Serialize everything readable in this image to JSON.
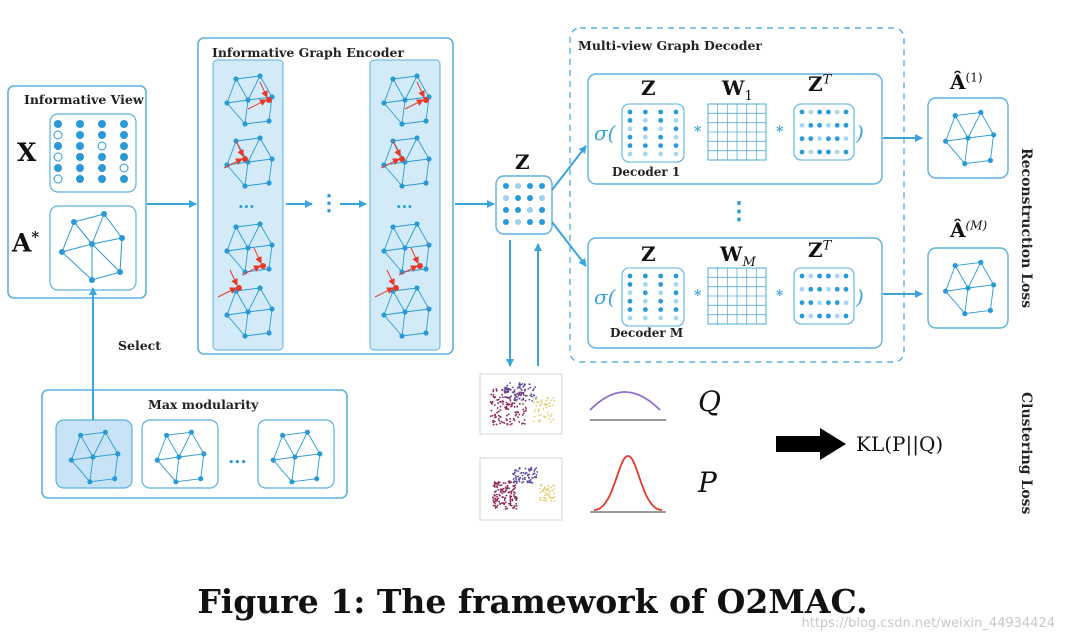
{
  "panels": {
    "informative_view": "Informative View",
    "encoder": "Informative Graph Encoder",
    "decoder": "Multi-view Graph Decoder",
    "max_modularity": "Max modularity",
    "select": "Select"
  },
  "math": {
    "x": "X",
    "a_star": "A",
    "a_star_sup": "*",
    "z": "Z",
    "w1": "W",
    "w1_sub": "1",
    "wm": "W",
    "wm_sub": "M",
    "zt": "Z",
    "zt_sup": "T",
    "sigma": "σ(",
    "close_paren": ")",
    "times": "*",
    "ahat": "Â",
    "ahat1_sup": "(1)",
    "ahatm_sup": "(M)",
    "q": "Q",
    "p": "P",
    "kl": "KL(P||Q)",
    "ellipsis": "...",
    "vdots": "⋮"
  },
  "decoders": {
    "first": "Decoder 1",
    "last": "Decoder M"
  },
  "losses": {
    "reconstruction": "Reconstruction Loss",
    "clustering": "Clustering Loss"
  },
  "caption": "Figure 1: The framework of O2MAC.",
  "watermark": "https://blog.csdn.net/weixin_44934424",
  "colors": {
    "accent": "#3aa4dc",
    "node": "#2a9ad6",
    "light_fill": "#d3ebf8",
    "red": "#e53a2a",
    "dark_arrow": "#000000"
  }
}
